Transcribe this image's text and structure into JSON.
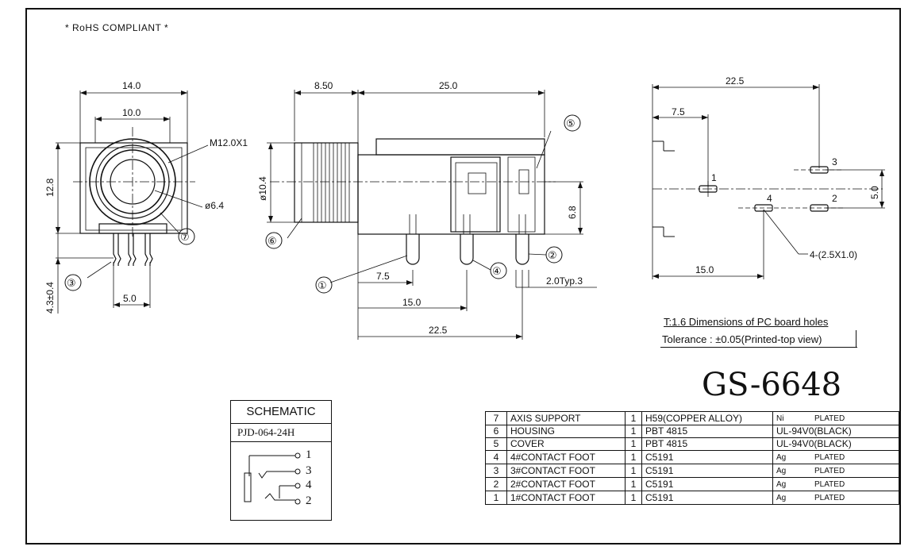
{
  "header": {
    "rohs": "* RoHS COMPLIANT *"
  },
  "part_number": "GS-6648",
  "front_view": {
    "dims": {
      "width": "14.0",
      "inner_width": "10.0",
      "height": "12.8",
      "thread": "M12.0X1",
      "bore": "ø6.4",
      "pin_len": "4.3±0.4",
      "pin_pitch": "5.0"
    },
    "balloons": [
      "⑦",
      "③"
    ]
  },
  "side_view": {
    "dims": {
      "nose": "8.50",
      "body": "25.0",
      "dia": "ø10.4",
      "height": "6.8",
      "p1": "7.5",
      "p2": "15.0",
      "p3": "22.5",
      "pin": "2.0Typ.3"
    },
    "balloons": [
      "⑤",
      "⑥",
      "①",
      "④",
      "②"
    ]
  },
  "pcb_view": {
    "dims": {
      "overall": "22.5",
      "d1": "7.5",
      "d2": "15.0",
      "spacing": "5.0",
      "holes": "4-(2.5X1.0)"
    },
    "pins": [
      "1",
      "2",
      "3",
      "4"
    ],
    "title": "T:1.6 Dimensions of PC board holes",
    "tolerance": "Tolerance : ±0.05(Printed-top view)"
  },
  "schematic": {
    "title": "SCHEMATIC",
    "model": "PJD-064-24H",
    "pins": [
      "1",
      "3",
      "4",
      "2"
    ]
  },
  "bom": [
    {
      "no": "7",
      "name": "AXIS SUPPORT",
      "qty": "1",
      "material": "H59(COPPER ALLOY)",
      "finish_sym": "Ni",
      "finish": "PLATED"
    },
    {
      "no": "6",
      "name": "HOUSING",
      "qty": "1",
      "material": "PBT 4815",
      "finish_sym": "",
      "finish": "UL-94V0(BLACK)"
    },
    {
      "no": "5",
      "name": "COVER",
      "qty": "1",
      "material": "PBT 4815",
      "finish_sym": "",
      "finish": "UL-94V0(BLACK)"
    },
    {
      "no": "4",
      "name": "4#CONTACT FOOT",
      "qty": "1",
      "material": "C5191",
      "finish_sym": "Ag",
      "finish": "PLATED"
    },
    {
      "no": "3",
      "name": "3#CONTACT FOOT",
      "qty": "1",
      "material": "C5191",
      "finish_sym": "Ag",
      "finish": "PLATED"
    },
    {
      "no": "2",
      "name": "2#CONTACT FOOT",
      "qty": "1",
      "material": "C5191",
      "finish_sym": "Ag",
      "finish": "PLATED"
    },
    {
      "no": "1",
      "name": "1#CONTACT FOOT",
      "qty": "1",
      "material": "C5191",
      "finish_sym": "Ag",
      "finish": "PLATED"
    }
  ]
}
